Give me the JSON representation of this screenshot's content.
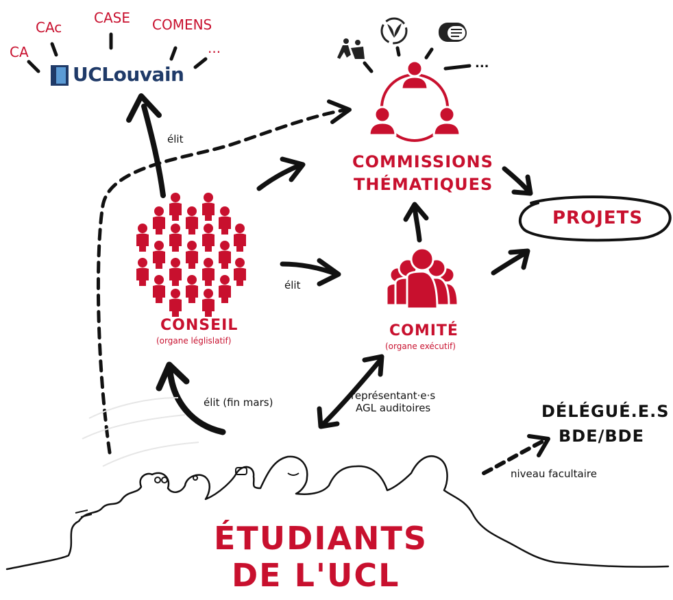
{
  "colors": {
    "accent": "#c8102e",
    "ink": "#111111",
    "brand": "#1f3a68"
  },
  "top_bodies": [
    "CA",
    "CAc",
    "CASE",
    "COMENS",
    "..."
  ],
  "brand": {
    "name": "UCLouvain"
  },
  "commissions": {
    "line1": "COMMISSIONS",
    "line2": "THÉMATIQUES",
    "more": "..."
  },
  "projets": {
    "label": "PROJETS"
  },
  "conseil": {
    "title": "CONSEIL",
    "subtitle": "(organe léglislatif)"
  },
  "comite": {
    "title": "COMITÉ",
    "subtitle": "(organe exécutif)"
  },
  "edges": {
    "conseil_to_ucl": "élit",
    "conseil_to_comite": "élit",
    "students_to_conseil": "élit (fin mars)",
    "students_comite_line1": "représentant·e·s",
    "students_comite_line2": "AGL auditoires",
    "students_to_delegues": "niveau facultaire"
  },
  "delegues": {
    "line1": "DÉLÉGUÉ.E.S",
    "line2": "BDE/BDE"
  },
  "students": {
    "line1": "ÉTUDIANTS",
    "line2": "DE L'UCL"
  },
  "icons": [
    "helping-hands-icon",
    "leaf-cycle-icon",
    "speech-bubble-icon"
  ]
}
